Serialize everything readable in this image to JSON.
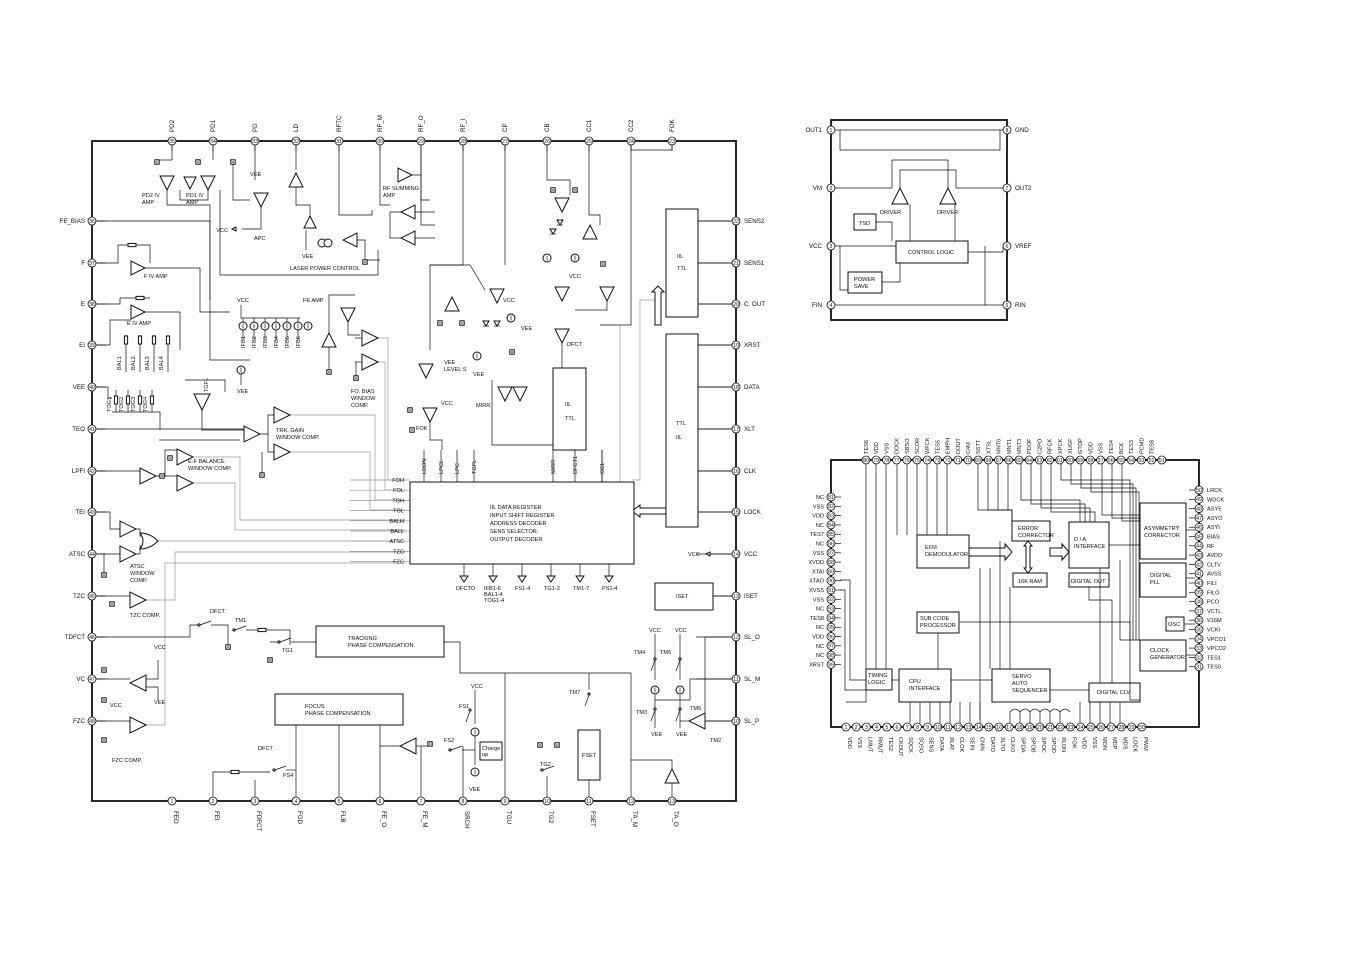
{
  "ic1": {
    "top_pins": [
      {
        "name": "PD2",
        "num": "35"
      },
      {
        "name": "PD1",
        "num": "34"
      },
      {
        "name": "PD",
        "num": "33"
      },
      {
        "name": "LD",
        "num": "32"
      },
      {
        "name": "RFTC",
        "num": "31"
      },
      {
        "name": "RF_M",
        "num": "30"
      },
      {
        "name": "RF_O",
        "num": "29"
      },
      {
        "name": "RF_I",
        "num": "28"
      },
      {
        "name": "CP",
        "num": "27"
      },
      {
        "name": "CB",
        "num": "26"
      },
      {
        "name": "CC1",
        "num": "25"
      },
      {
        "name": "CC2",
        "num": "24"
      },
      {
        "name": "FOK",
        "num": "23"
      }
    ],
    "left_pins": [
      {
        "name": "FE_BIAS",
        "num": "36"
      },
      {
        "name": "F",
        "num": "37"
      },
      {
        "name": "E",
        "num": "38"
      },
      {
        "name": "EI",
        "num": "39"
      },
      {
        "name": "VEE",
        "num": "40"
      },
      {
        "name": "TEO",
        "num": "41"
      },
      {
        "name": "LPFI",
        "num": "42"
      },
      {
        "name": "TEI",
        "num": "43"
      },
      {
        "name": "ATSC",
        "num": "44"
      },
      {
        "name": "TZC",
        "num": "45"
      },
      {
        "name": "TDFCT",
        "num": "46"
      },
      {
        "name": "VC",
        "num": "47"
      },
      {
        "name": "FZC",
        "num": "48"
      }
    ],
    "right_pins": [
      {
        "name": "SENS2",
        "num": "22"
      },
      {
        "name": "SENS1",
        "num": "21"
      },
      {
        "name": "C. OUT",
        "num": "20"
      },
      {
        "name": "XRST",
        "num": "19"
      },
      {
        "name": "DATA",
        "num": "18"
      },
      {
        "name": "XLT",
        "num": "17"
      },
      {
        "name": "CLK",
        "num": "16"
      },
      {
        "name": "LOCK",
        "num": "15"
      },
      {
        "name": "VCC",
        "num": "14"
      },
      {
        "name": "ISET",
        "num": "13"
      },
      {
        "name": "SL_O",
        "num": "12"
      },
      {
        "name": "SL_M",
        "num": "11"
      },
      {
        "name": "SL_P",
        "num": "10"
      }
    ],
    "bottom_pins": [
      {
        "name": "FEO",
        "num": "1"
      },
      {
        "name": "FEI",
        "num": "2"
      },
      {
        "name": "FDFCT",
        "num": "3"
      },
      {
        "name": "FGD",
        "num": "4"
      },
      {
        "name": "FLB",
        "num": "5"
      },
      {
        "name": "FE_O",
        "num": "6"
      },
      {
        "name": "FE_M",
        "num": "7"
      },
      {
        "name": "SRCH",
        "num": "8"
      },
      {
        "name": "TGU",
        "num": "9"
      },
      {
        "name": "TG2",
        "num": "10"
      },
      {
        "name": "FSET",
        "num": "11"
      },
      {
        "name": "TA_M",
        "num": "12"
      },
      {
        "name": "TA_O",
        "num": "13"
      }
    ],
    "iil_data_register": [
      "IIL DATA REGISTER",
      "INPUT SHIFT REGISTER",
      "ADDRESS DECODER",
      "SENS SELECTOR",
      "OUTPUT DECODER"
    ],
    "register_left_inputs": [
      "FOH",
      "FOL",
      "TGH",
      "TGL",
      "BALH",
      "BALL",
      "ATSC",
      "TZC",
      "FZC"
    ],
    "register_top_inputs": [
      "LDON",
      "LPCL",
      "LPC",
      "TGFL",
      "MIRR",
      "DFCT1",
      "CC1"
    ],
    "register_outputs": [
      "DFCTO",
      "IFB1-6",
      "BAL1-4",
      "TOG1-4",
      "FS1-4",
      "TG1-2",
      "TM1-7",
      "PS1-4"
    ],
    "iil_ttl_top": [
      "IIL",
      "TTL"
    ],
    "ttl_iil": [
      "TTL",
      "IIL"
    ],
    "iil_ttl_mid": [
      "IIL",
      "TTL"
    ],
    "ifb_labels": [
      "IFB1",
      "IFB2",
      "IFB3",
      "IFB4",
      "IFB5",
      "IFB6"
    ],
    "bal_labels": [
      "BAL1",
      "BAL2",
      "BAL3",
      "BAL4"
    ],
    "tog_labels": [
      "TOG1",
      "TOG2",
      "TOG3",
      "TOG4"
    ],
    "labels": {
      "pd2_amp": [
        "PD2 IV",
        "AMP"
      ],
      "pd1_amp": [
        "PD1 IV",
        "AMP"
      ],
      "apc": "APC",
      "laser_power": "LASER POWER CONTROL",
      "rf_summing": [
        "RF SUMMING",
        "AMP"
      ],
      "f_iv": "F IV AMP",
      "e_iv": "E IV AMP",
      "fe_amp": "FE AMP",
      "fo_bias": [
        "FO. BIAS",
        "WINDOW",
        "COMP."
      ],
      "trk_gain": [
        "TRK. GAIN",
        "WINDOW COMP."
      ],
      "ef_balance": [
        "E-F BALANCE",
        "WINDOW COMP."
      ],
      "atsc_win": [
        "ATSC",
        "WINDOW",
        "COMP."
      ],
      "tzc_comp": "TZC COMP.",
      "fzc_comp": "FZC COMP.",
      "tracking": [
        "TRACKING",
        "PHASE COMPENSATION"
      ],
      "focus": [
        "FOCUS",
        "PHASE COMPENSATION"
      ],
      "iset": "ISET",
      "fset": "FSET",
      "charge_up": [
        "Charge",
        "up"
      ],
      "dfct": "DFCT",
      "mirr": "MIRR",
      "vee_level": [
        "VEE",
        "LEVEL S"
      ],
      "fok": "FOK",
      "tgfl": "TGFL",
      "vcc": "VCC",
      "vee": "VEE",
      "vcc_arrow": "VCC",
      "switches": [
        "TM1",
        "TG1",
        "TM3",
        "TM4",
        "TM5",
        "TM6",
        "TM7",
        "TM2",
        "FS1",
        "FS2",
        "FS4",
        "TG2",
        "DFCT",
        "DFCT"
      ]
    }
  },
  "ic2": {
    "left_pins": [
      {
        "name": "OUT1",
        "num": "1"
      },
      {
        "name": "VM",
        "num": "2"
      },
      {
        "name": "VCC",
        "num": "3"
      },
      {
        "name": "FIN",
        "num": "4"
      }
    ],
    "right_pins": [
      {
        "name": "GND",
        "num": "8"
      },
      {
        "name": "OUT2",
        "num": "7"
      },
      {
        "name": "VREF",
        "num": "6"
      },
      {
        "name": "RIN",
        "num": "5"
      }
    ],
    "blocks": {
      "driver1": "DRIVER",
      "driver2": "DRIVER",
      "tsd": "TSD",
      "control": "CONTROL LOGIC",
      "power_save": [
        "POWER",
        "SAVE"
      ]
    }
  },
  "ic3": {
    "top_pins": [
      {
        "name": "TES6",
        "num": "80"
      },
      {
        "name": "VDD",
        "num": "79"
      },
      {
        "name": "VSS",
        "num": "78"
      },
      {
        "name": "DOCK",
        "num": "77"
      },
      {
        "name": "SBSO",
        "num": "76"
      },
      {
        "name": "SCOR",
        "num": "75"
      },
      {
        "name": "WFCK",
        "num": "74"
      },
      {
        "name": "TES5",
        "num": "73"
      },
      {
        "name": "EMPH",
        "num": "72"
      },
      {
        "name": "DOUT",
        "num": "71"
      },
      {
        "name": "C4M",
        "num": "70"
      },
      {
        "name": "SSTT",
        "num": "69"
      },
      {
        "name": "XTSL",
        "num": "68"
      },
      {
        "name": "MNT0",
        "num": "67"
      },
      {
        "name": "MNT1",
        "num": "66"
      },
      {
        "name": "MNT3",
        "num": "65"
      },
      {
        "name": "PDOF",
        "num": "64"
      },
      {
        "name": "C2PO",
        "num": "63"
      },
      {
        "name": "RFCK",
        "num": "62"
      },
      {
        "name": "XPCK",
        "num": "61"
      },
      {
        "name": "XUGF",
        "num": "60"
      },
      {
        "name": "GTOP",
        "num": "59"
      },
      {
        "name": "VDD",
        "num": "58"
      },
      {
        "name": "VSS",
        "num": "57"
      },
      {
        "name": "TES4",
        "num": "56"
      },
      {
        "name": "BCK",
        "num": "55"
      },
      {
        "name": "TES3",
        "num": "54"
      },
      {
        "name": "PCMD",
        "num": "53"
      },
      {
        "name": "TES8",
        "num": "52"
      },
      {
        "name": "",
        "num": "51"
      }
    ],
    "left_pins": [
      {
        "name": "NC",
        "num": "81"
      },
      {
        "name": "VSS",
        "num": "82"
      },
      {
        "name": "VDD",
        "num": "83"
      },
      {
        "name": "NC",
        "num": "84"
      },
      {
        "name": "TES7",
        "num": "85"
      },
      {
        "name": "NC",
        "num": "86"
      },
      {
        "name": "VSS",
        "num": "87"
      },
      {
        "name": "XVDD",
        "num": "88"
      },
      {
        "name": "XTAI",
        "num": "89"
      },
      {
        "name": "XTAO",
        "num": "90"
      },
      {
        "name": "XVSS",
        "num": "91"
      },
      {
        "name": "VSS",
        "num": "92"
      },
      {
        "name": "NC",
        "num": "93"
      },
      {
        "name": "TES8",
        "num": "94"
      },
      {
        "name": "NC",
        "num": "95"
      },
      {
        "name": "VDD",
        "num": "96"
      },
      {
        "name": "NC",
        "num": "97"
      },
      {
        "name": "NC",
        "num": "98"
      },
      {
        "name": "XRST",
        "num": "99"
      }
    ],
    "right_pins": [
      {
        "name": "LRCK",
        "num": "50"
      },
      {
        "name": "WDCK",
        "num": "49"
      },
      {
        "name": "ASYE",
        "num": "48"
      },
      {
        "name": "ASYO",
        "num": "47"
      },
      {
        "name": "ASYI",
        "num": "46"
      },
      {
        "name": "BIAS",
        "num": "45"
      },
      {
        "name": "RF",
        "num": "44"
      },
      {
        "name": "AVDD",
        "num": "43"
      },
      {
        "name": "CLTV",
        "num": "42"
      },
      {
        "name": "AVSS",
        "num": "41"
      },
      {
        "name": "FILI",
        "num": "40"
      },
      {
        "name": "FILO",
        "num": "39"
      },
      {
        "name": "PCO",
        "num": "38"
      },
      {
        "name": "VCTL",
        "num": "37"
      },
      {
        "name": "V16M",
        "num": "36"
      },
      {
        "name": "VCKI",
        "num": "35"
      },
      {
        "name": "VPCO1",
        "num": "34"
      },
      {
        "name": "VPCO2",
        "num": "33"
      },
      {
        "name": "TES1",
        "num": "32"
      },
      {
        "name": "TES0",
        "num": "31"
      }
    ],
    "bottom_pins": [
      {
        "name": "VDD",
        "num": "1"
      },
      {
        "name": "VSS",
        "num": "2"
      },
      {
        "name": "LMUT",
        "num": "3"
      },
      {
        "name": "RMUT",
        "num": "4"
      },
      {
        "name": "TES2",
        "num": "5"
      },
      {
        "name": "CKOUT",
        "num": "6"
      },
      {
        "name": "SQCK",
        "num": "7"
      },
      {
        "name": "SQSO",
        "num": "8"
      },
      {
        "name": "SENS",
        "num": "9"
      },
      {
        "name": "DATA",
        "num": "10"
      },
      {
        "name": "XLAT",
        "num": "11"
      },
      {
        "name": "CLOK",
        "num": "12"
      },
      {
        "name": "SEIN",
        "num": "13"
      },
      {
        "name": "CNIN",
        "num": "14"
      },
      {
        "name": "DATO",
        "num": "15"
      },
      {
        "name": "XLTO",
        "num": "16"
      },
      {
        "name": "CLKO",
        "num": "17"
      },
      {
        "name": "SPOA",
        "num": "18"
      },
      {
        "name": "SPOB",
        "num": "19"
      },
      {
        "name": "SPOC",
        "num": "20"
      },
      {
        "name": "SPOD",
        "num": "21"
      },
      {
        "name": "XLON",
        "num": "22"
      },
      {
        "name": "FOK",
        "num": "23"
      },
      {
        "name": "VDD",
        "num": "24"
      },
      {
        "name": "VSS",
        "num": "25"
      },
      {
        "name": "MON",
        "num": "26"
      },
      {
        "name": "MDP",
        "num": "27"
      },
      {
        "name": "MDS",
        "num": "28"
      },
      {
        "name": "LOCK",
        "num": "29"
      },
      {
        "name": "PWM",
        "num": "30"
      }
    ],
    "blocks": {
      "efm": [
        "EFM",
        "DEMODULATOR"
      ],
      "error": [
        "ERROR",
        "CORRECTOR"
      ],
      "ram": "16K RAM",
      "da": [
        "D / A",
        "INTERFACE"
      ],
      "digital_out": "DIGITAL OUT",
      "asym": [
        "ASYMMETRY",
        "CORRECTOR"
      ],
      "pll": [
        "DIGITAL",
        "PLL"
      ],
      "subcode": [
        "SUB CODE",
        "PROCESSOR"
      ],
      "osc": "OSC",
      "clock": [
        "CLOCK",
        "GENERATOR"
      ],
      "timing": [
        "TIMING",
        "LOGIC"
      ],
      "cpu": [
        "CPU",
        "INTERFACE"
      ],
      "servo": [
        "SERVO",
        "AUTO",
        "SEQUENCER"
      ],
      "clv": "DIGITAL CLV"
    }
  }
}
